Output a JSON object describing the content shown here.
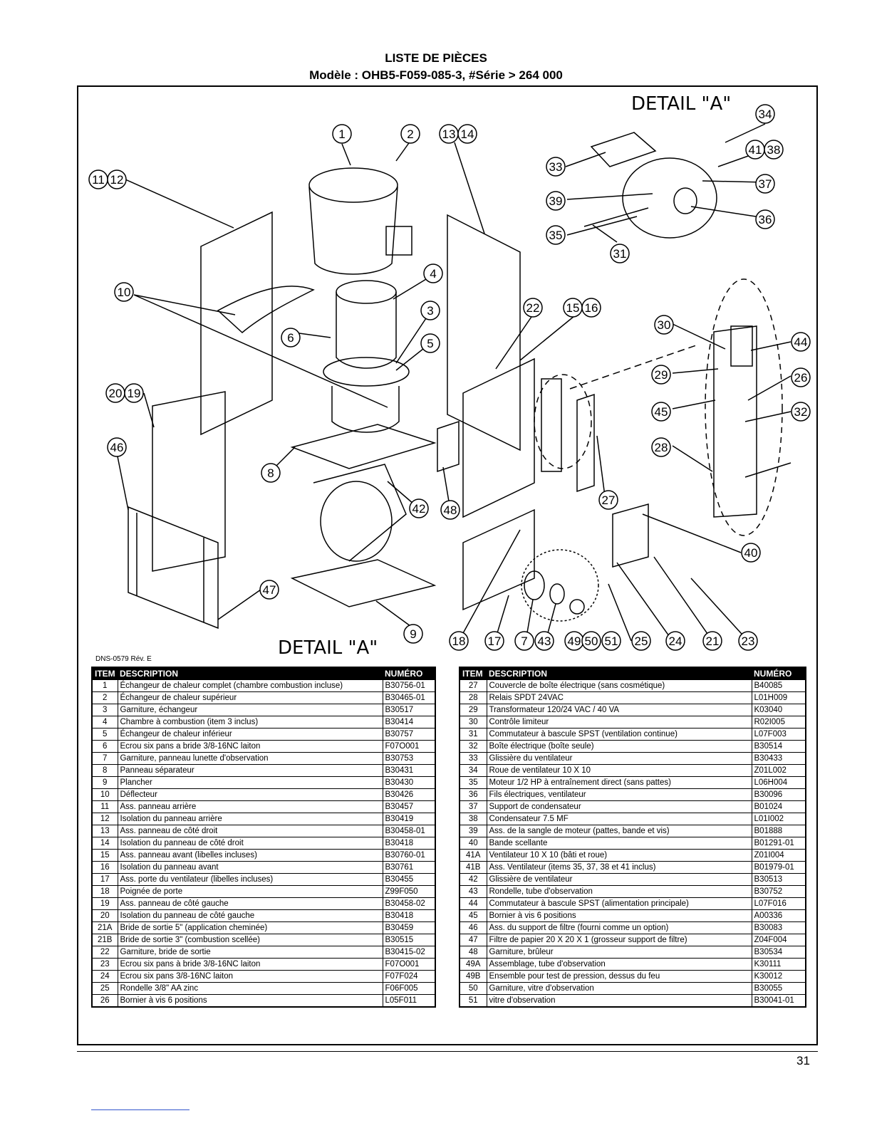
{
  "title": "LISTE DE PIÈCES",
  "subtitle": "Modèle : OHB5-F059-085-3, #Série > 264 000",
  "drawing_ref": "DNS-0579 Rév. E",
  "detail_labels": [
    "DETAIL \"A\"",
    "DETAIL \"A\""
  ],
  "callouts": [
    "1",
    "2",
    "13",
    "14",
    "11",
    "12",
    "4",
    "10",
    "3",
    "6",
    "5",
    "20",
    "19",
    "22",
    "15",
    "16",
    "46",
    "8",
    "42",
    "48",
    "27",
    "47",
    "9",
    "18",
    "17",
    "7",
    "43",
    "49",
    "50",
    "51",
    "25",
    "24",
    "21",
    "23",
    "40",
    "33",
    "34",
    "41",
    "38",
    "39",
    "37",
    "35",
    "36",
    "31",
    "30",
    "44",
    "29",
    "26",
    "45",
    "32",
    "28"
  ],
  "table_headers": {
    "item": "ITEM",
    "description": "DESCRIPTION",
    "numero": "NUMÉRO"
  },
  "left_table": [
    {
      "item": "1",
      "description": "Échangeur de chaleur complet (chambre combustion incluse)",
      "numero": "B30756-01"
    },
    {
      "item": "2",
      "description": "Échangeur de chaleur supérieur",
      "numero": "B30465-01"
    },
    {
      "item": "3",
      "description": "Garniture, échangeur",
      "numero": "B30517"
    },
    {
      "item": "4",
      "description": "Chambre à combustion (item 3 inclus)",
      "numero": "B30414"
    },
    {
      "item": "5",
      "description": "Échangeur de chaleur inférieur",
      "numero": "B30757"
    },
    {
      "item": "6",
      "description": "Ecrou six pans a bride 3/8-16NC laiton",
      "numero": "F07O001"
    },
    {
      "item": "7",
      "description": "Garniture, panneau lunette d'observation",
      "numero": "B30753"
    },
    {
      "item": "8",
      "description": "Panneau séparateur",
      "numero": "B30431"
    },
    {
      "item": "9",
      "description": "Plancher",
      "numero": "B30430"
    },
    {
      "item": "10",
      "description": "Déflecteur",
      "numero": "B30426"
    },
    {
      "item": "11",
      "description": "Ass. panneau arrière",
      "numero": "B30457"
    },
    {
      "item": "12",
      "description": "Isolation du panneau arrière",
      "numero": "B30419"
    },
    {
      "item": "13",
      "description": "Ass. panneau de côté droit",
      "numero": "B30458-01"
    },
    {
      "item": "14",
      "description": "Isolation du panneau de côté droit",
      "numero": "B30418"
    },
    {
      "item": "15",
      "description": "Ass. panneau avant (libelles incluses)",
      "numero": "B30760-01"
    },
    {
      "item": "16",
      "description": "Isolation du panneau avant",
      "numero": "B30761"
    },
    {
      "item": "17",
      "description": "Ass. porte du ventilateur (libelles incluses)",
      "numero": "B30455"
    },
    {
      "item": "18",
      "description": "Poignée de porte",
      "numero": "Z99F050"
    },
    {
      "item": "19",
      "description": "Ass. panneau de côté gauche",
      "numero": "B30458-02"
    },
    {
      "item": "20",
      "description": "Isolation du panneau de côté gauche",
      "numero": "B30418"
    },
    {
      "item": "21A",
      "description": "Bride de sortie 5\" (application cheminée)",
      "numero": "B30459"
    },
    {
      "item": "21B",
      "description": "Bride de sortie 3\" (combustion scellée)",
      "numero": "B30515"
    },
    {
      "item": "22",
      "description": "Garniture, bride de sortie",
      "numero": "B30415-02"
    },
    {
      "item": "23",
      "description": "Ecrou six pans à bride 3/8-16NC laiton",
      "numero": "F07O001"
    },
    {
      "item": "24",
      "description": "Ecrou six pans 3/8-16NC laiton",
      "numero": "F07F024"
    },
    {
      "item": "25",
      "description": "Rondelle 3/8\" AA zinc",
      "numero": "F06F005"
    },
    {
      "item": "26",
      "description": "Bornier à vis 6 positions",
      "numero": "L05F011"
    }
  ],
  "right_table": [
    {
      "item": "27",
      "description": "Couvercle de boîte électrique (sans cosmétique)",
      "numero": "B40085"
    },
    {
      "item": "28",
      "description": "Relais SPDT 24VAC",
      "numero": "L01H009"
    },
    {
      "item": "29",
      "description": "Transformateur 120/24 VAC / 40 VA",
      "numero": "K03040"
    },
    {
      "item": "30",
      "description": "Contrôle limiteur",
      "numero": "R02I005"
    },
    {
      "item": "31",
      "description": "Commutateur à bascule SPST (ventilation continue)",
      "numero": "L07F003"
    },
    {
      "item": "32",
      "description": "Boîte électrique (boîte seule)",
      "numero": "B30514"
    },
    {
      "item": "33",
      "description": "Glissière du ventilateur",
      "numero": "B30433"
    },
    {
      "item": "34",
      "description": "Roue de ventilateur 10 X 10",
      "numero": "Z01L002"
    },
    {
      "item": "35",
      "description": "Moteur 1/2 HP à entraînement direct (sans pattes)",
      "numero": "L06H004"
    },
    {
      "item": "36",
      "description": "Fils électriques, ventilateur",
      "numero": "B30096"
    },
    {
      "item": "37",
      "description": "Support de condensateur",
      "numero": "B01024"
    },
    {
      "item": "38",
      "description": "Condensateur 7.5 MF",
      "numero": "L01I002"
    },
    {
      "item": "39",
      "description": "Ass. de la sangle de moteur (pattes, bande et vis)",
      "numero": "B01888"
    },
    {
      "item": "40",
      "description": "Bande scellante",
      "numero": "B01291-01"
    },
    {
      "item": "41A",
      "description": "Ventilateur 10 X 10 (bâti et roue)",
      "numero": "Z01I004"
    },
    {
      "item": "41B",
      "description": "Ass. Ventilateur (items 35, 37, 38 et 41 inclus)",
      "numero": "B01979-01"
    },
    {
      "item": "42",
      "description": "Glissière de ventilateur",
      "numero": "B30513"
    },
    {
      "item": "43",
      "description": "Rondelle, tube d'observation",
      "numero": "B30752"
    },
    {
      "item": "44",
      "description": "Commutateur à bascule SPST (alimentation principale)",
      "numero": "L07F016"
    },
    {
      "item": "45",
      "description": "Bornier à vis 6 positions",
      "numero": "A00336"
    },
    {
      "item": "46",
      "description": "Ass. du support de filtre (fourni comme un option)",
      "numero": "B30083"
    },
    {
      "item": "47",
      "description": "Filtre de papier 20 X 20 X 1 (grosseur support de filtre)",
      "numero": "Z04F004"
    },
    {
      "item": "48",
      "description": "Garniture, brûleur",
      "numero": "B30534"
    },
    {
      "item": "49A",
      "description": "Assemblage, tube d'observation",
      "numero": "K30111"
    },
    {
      "item": "49B",
      "description": "Ensemble pour test de pression, dessus du feu",
      "numero": "K30012"
    },
    {
      "item": "50",
      "description": "Garniture, vitre d'observation",
      "numero": "B30055"
    },
    {
      "item": "51",
      "description": "vitre d'observation",
      "numero": "B30041-01"
    }
  ],
  "page_number": "31"
}
